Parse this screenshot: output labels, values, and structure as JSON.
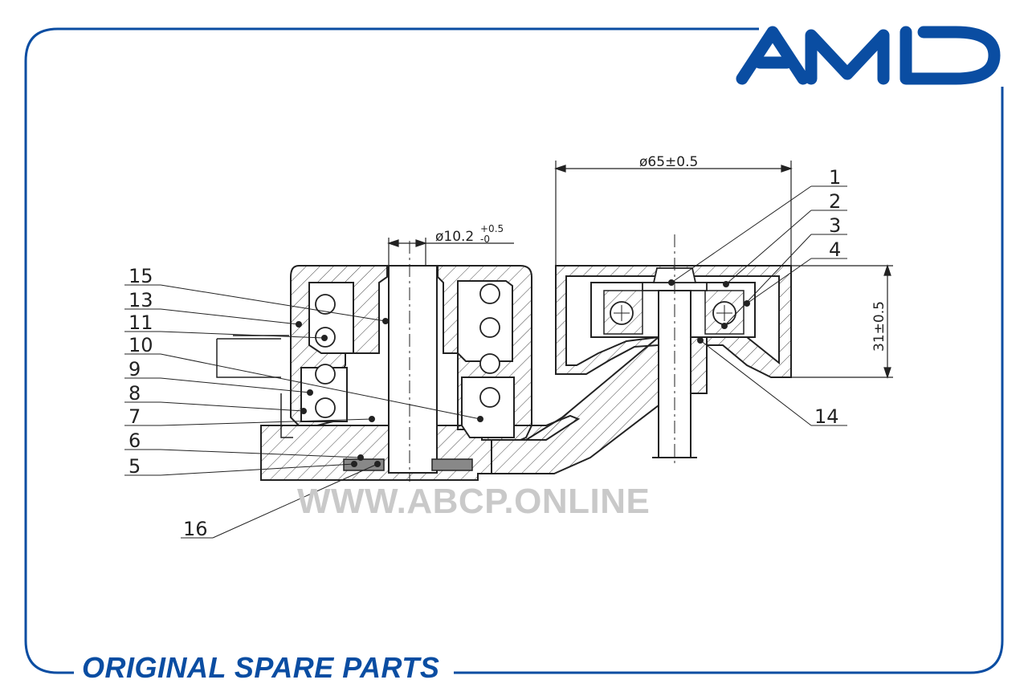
{
  "brand": {
    "logo_text": "AMD",
    "color": "#0a4da2"
  },
  "footer": {
    "text": "ORIGINAL SPARE PARTS"
  },
  "watermark": {
    "text": "WWW.ABCP.ONLINE"
  },
  "dimensions": {
    "outer_diameter": "ø65±0.5",
    "bore_diameter": "ø10.2",
    "bore_tol_upper": "+0.5",
    "bore_tol_lower": "-0",
    "height": "31±0.5"
  },
  "callouts": {
    "c1": "1",
    "c2": "2",
    "c3": "3",
    "c4": "4",
    "c5": "5",
    "c6": "6",
    "c7": "7",
    "c8": "8",
    "c9": "9",
    "c10": "10",
    "c11": "11",
    "c13": "13",
    "c14": "14",
    "c15": "15",
    "c16": "16"
  }
}
